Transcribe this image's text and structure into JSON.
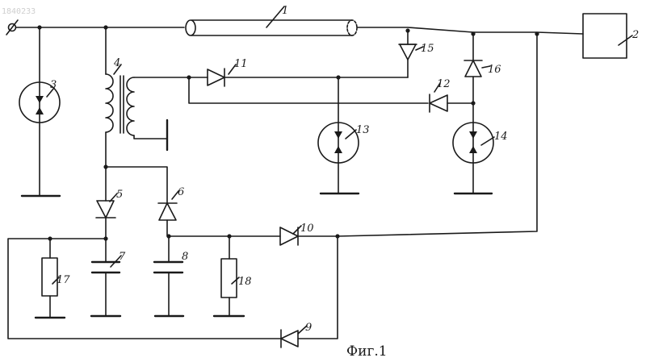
{
  "watermark": "1840233",
  "caption": "Фиг.1",
  "labels": {
    "cable": "1",
    "load": "2",
    "transformer": "4",
    "d5": "5",
    "d6": "6",
    "c7": "7",
    "c8": "8",
    "d9": "9",
    "d10": "10",
    "d11": "11",
    "d12": "12",
    "d15": "15",
    "d16": "16",
    "r17": "17",
    "r18": "18",
    "g3": "3",
    "g13": "13",
    "g14": "14"
  }
}
